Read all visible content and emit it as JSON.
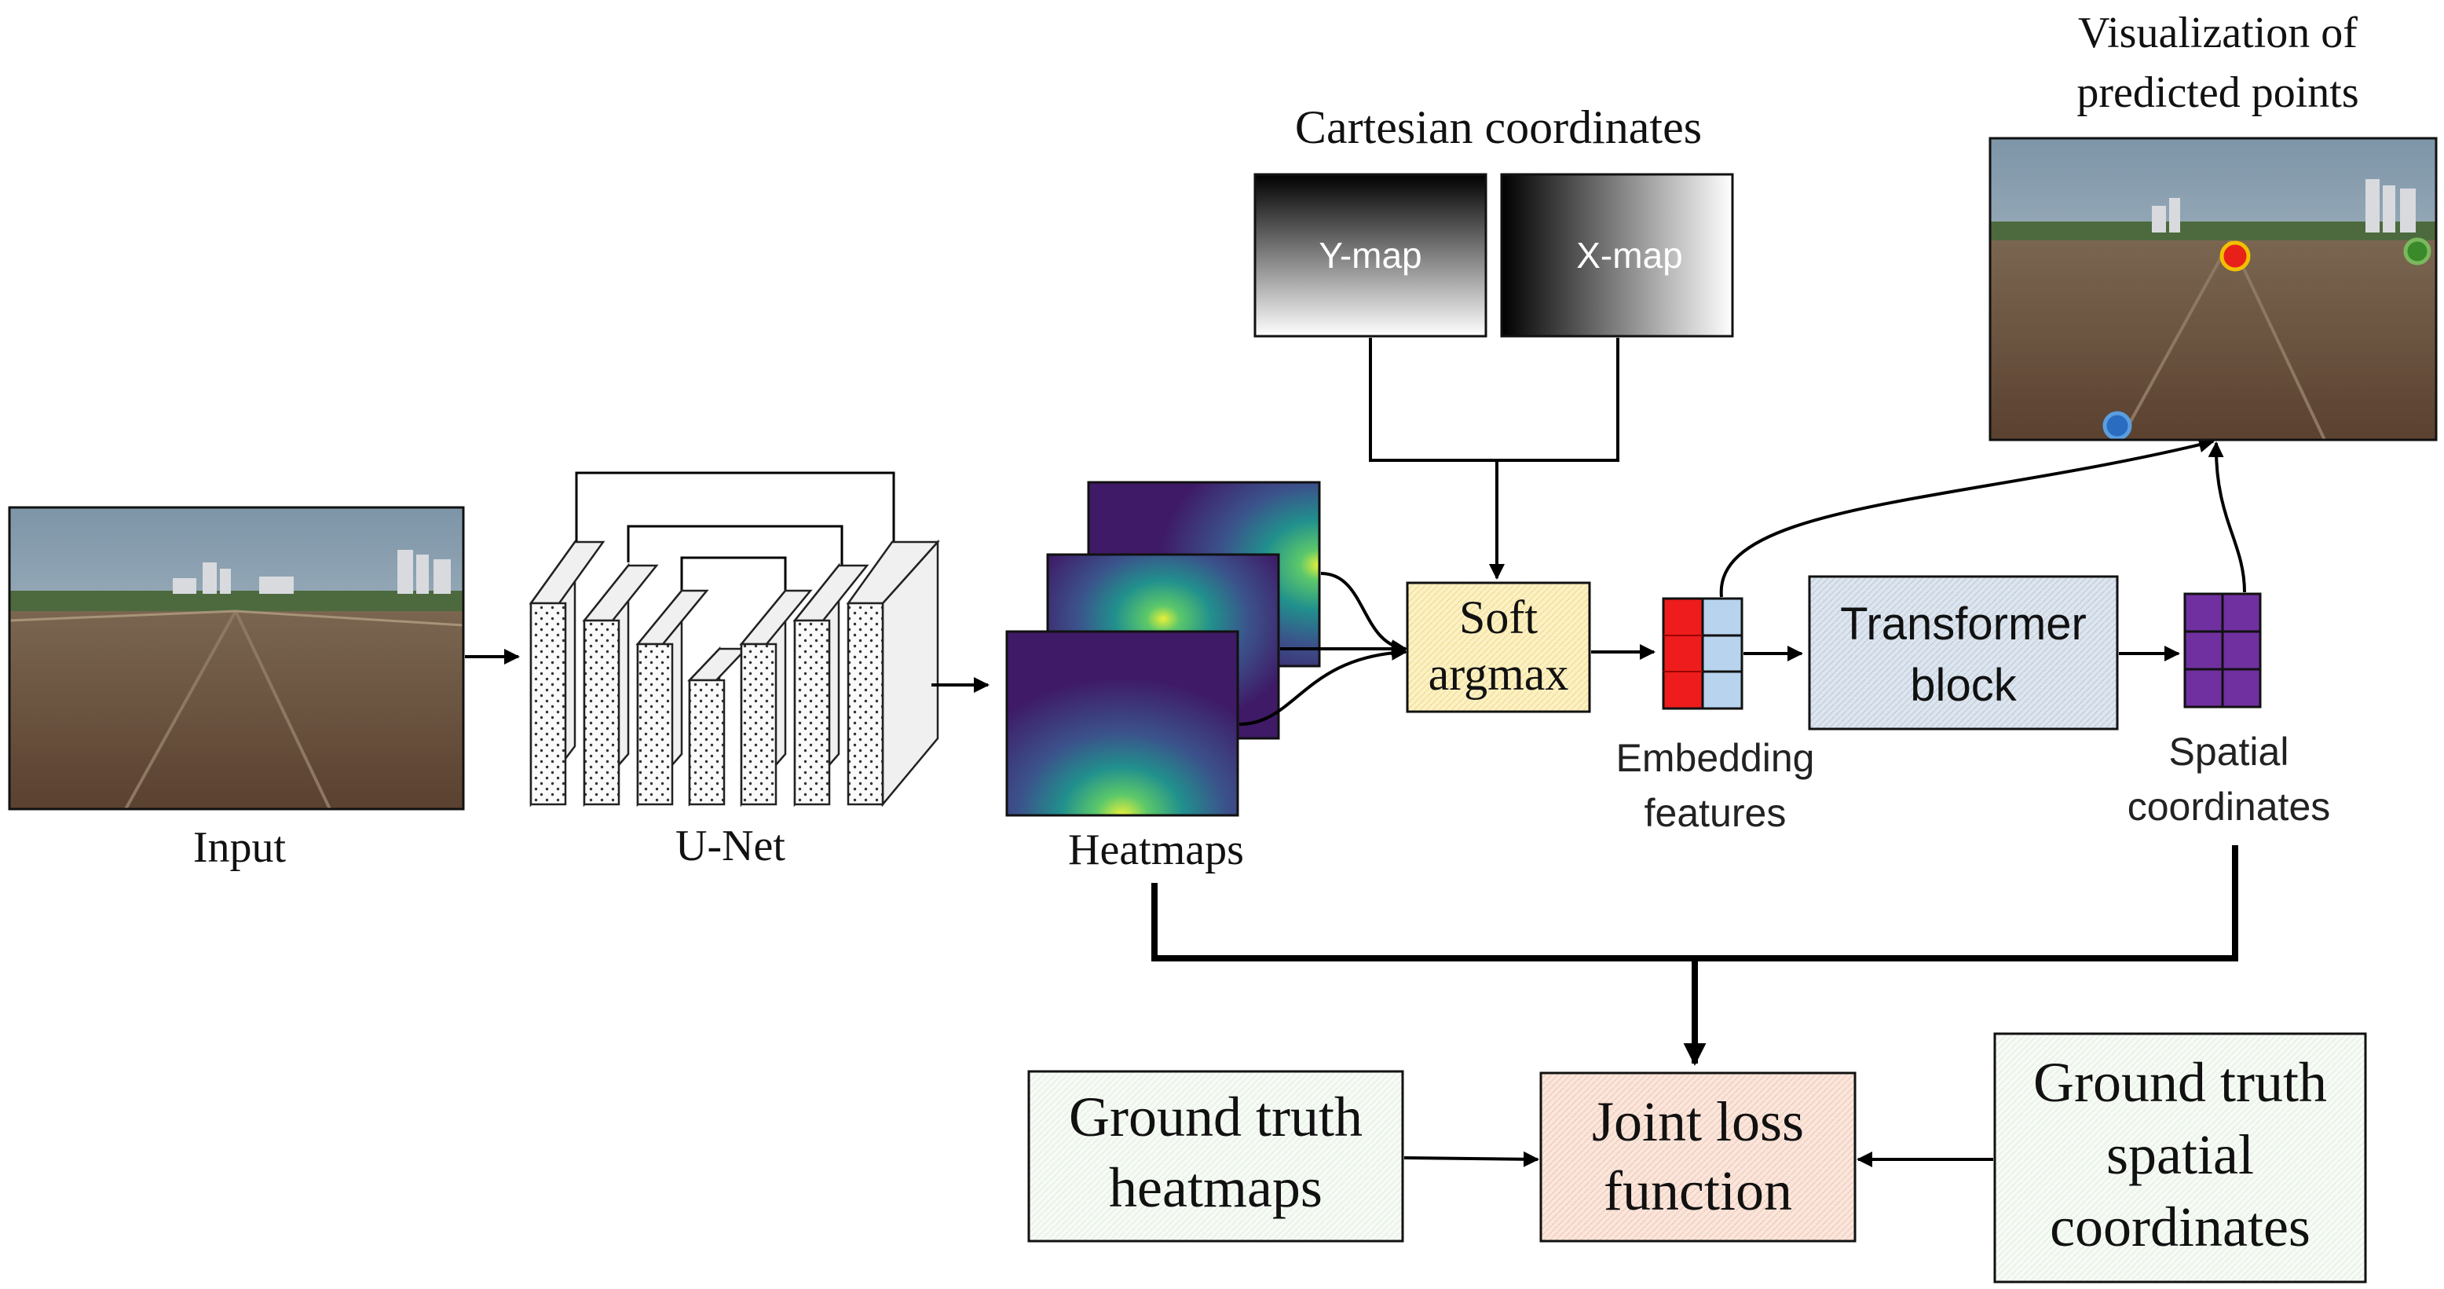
{
  "labels": {
    "input": "Input",
    "unet": "U-Net",
    "heatmaps": "Heatmaps",
    "cartesian_title": "Cartesian  coordinates",
    "y_map": "Y-map",
    "x_map": "X-map",
    "soft_argmax_line1": "Soft",
    "soft_argmax_line2": "argmax",
    "embedding_line1": "Embedding",
    "embedding_line2": "features",
    "transformer_line1": "Transformer",
    "transformer_line2": "block",
    "spatial_line1": "Spatial",
    "spatial_line2": "coordinates",
    "viz_line1": "Visualization of",
    "viz_line2": "predicted points",
    "gt_heatmaps_line1": "Ground truth",
    "gt_heatmaps_line2": "heatmaps",
    "joint_loss_line1": "Joint loss",
    "joint_loss_line2": "function",
    "gt_spatial_line1": "Ground truth",
    "gt_spatial_line2": "spatial",
    "gt_spatial_line3": "coordinates"
  },
  "colors": {
    "soft_argmax_fill": "#fdf1c4",
    "transformer_fill": "#dde5ef",
    "joint_loss_fill": "#fbe4da",
    "gt_fill": "#f6faf5",
    "embed_red": "#ee1c1c",
    "embed_blue": "#b8d3ee",
    "spatial_purple": "#7030a0",
    "heatmap_bg": "#3f1a66",
    "heatmap_peak": "#d9e83a",
    "pred_point_red": "#e8201a",
    "pred_point_green": "#3a8a2a",
    "pred_point_blue": "#2a6cc0"
  }
}
